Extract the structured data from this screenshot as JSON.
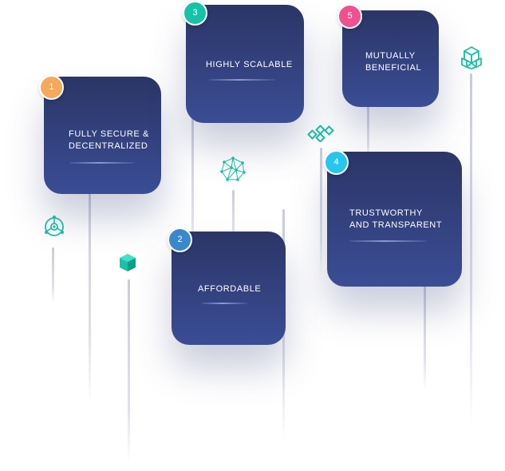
{
  "badge_colors": {
    "1": "#f7a85a",
    "2": "#3a87cc",
    "3": "#14c3a8",
    "4": "#27c6ee",
    "5": "#f0508f"
  },
  "icon_color": "#19c1a8",
  "features": [
    {
      "number": "1",
      "label": "FULLY SECURE &\nDECENTRALIZED"
    },
    {
      "number": "2",
      "label": "AFFORDABLE"
    },
    {
      "number": "3",
      "label": "HIGHLY SCALABLE"
    },
    {
      "number": "4",
      "label": "TRUSTWORTHY\nAND TRANSPARENT"
    },
    {
      "number": "5",
      "label": "MUTUALLY\nBENEFICIAL"
    }
  ],
  "icons": [
    "network-node-icon",
    "cube-icon",
    "mesh-network-icon",
    "chain-link-icon",
    "blocks-cluster-icon"
  ]
}
